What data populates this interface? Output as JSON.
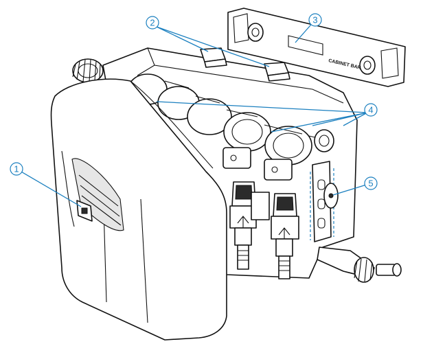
{
  "diagram": {
    "callouts": [
      {
        "number": "1",
        "part": "badge-release-button"
      },
      {
        "number": "2",
        "part": "cover-clips"
      },
      {
        "number": "3",
        "part": "cabinet-bar"
      },
      {
        "number": "4",
        "part": "filter-cartridge-heads"
      },
      {
        "number": "5",
        "part": "mounting-bracket"
      }
    ],
    "cabinet_bar_text": "CABINET BAR",
    "colors": {
      "callout": "#1a7fbf",
      "outline": "#111111",
      "background": "#ffffff"
    }
  }
}
